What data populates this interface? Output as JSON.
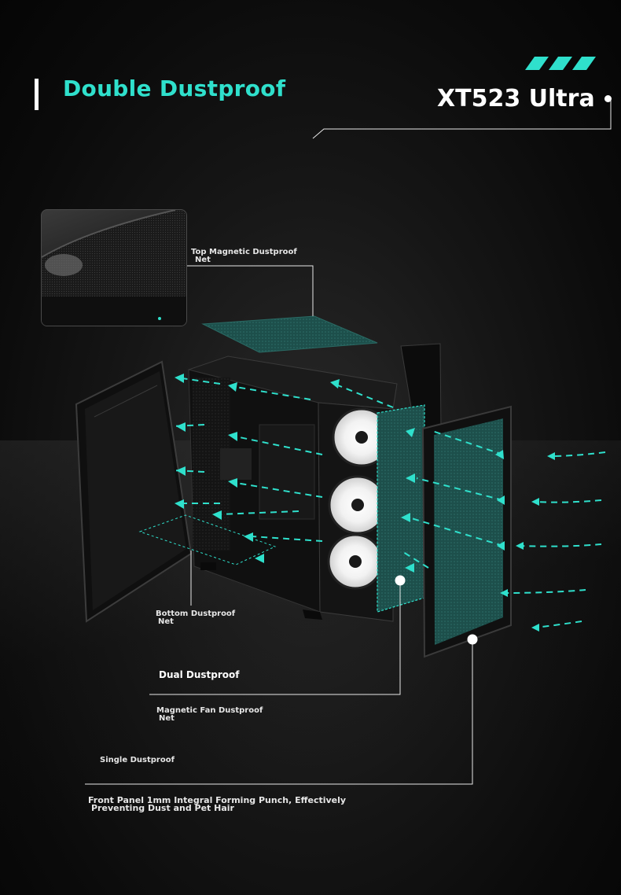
{
  "header": {
    "title": "Double Dustproof",
    "model": "XT523 Ultra"
  },
  "labels": {
    "top_net_line1": "Top Magnetic Dustproof",
    "top_net_line2": "Net",
    "bottom_net_line1": "Bottom Dustproof",
    "bottom_net_line2": "Net",
    "dual": "Dual Dustproof",
    "fan_net_line1": "Magnetic Fan Dustproof",
    "fan_net_line2": "Net",
    "single": "Single Dustproof",
    "front_line1": "Front Panel 1mm Integral Forming Punch, Effectively",
    "front_line2": "Preventing Dust and Pet Hair"
  },
  "colors": {
    "accent": "#2fe0cc",
    "mesh": "#1f5a55",
    "background": "#111111",
    "text": "#ffffff"
  }
}
